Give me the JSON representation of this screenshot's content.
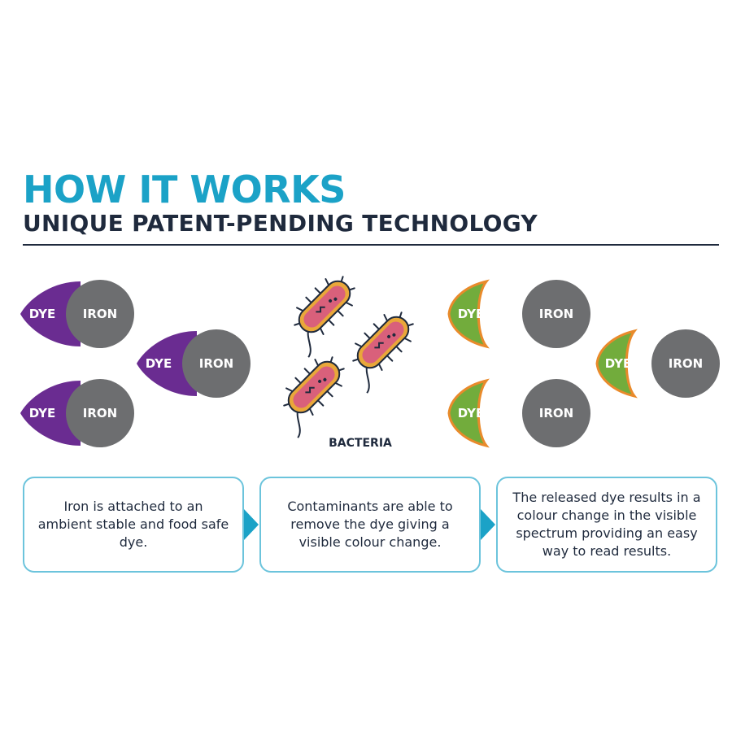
{
  "header": {
    "title": "HOW IT WORKS",
    "subtitle": "UNIQUE PATENT-PENDING TECHNOLOGY"
  },
  "diagram": {
    "dye_label": "DYE",
    "iron_label": "IRON",
    "bacteria_label": "BACTERIA"
  },
  "colors": {
    "accent": "#1ba2c7",
    "navy": "#1f2a3d",
    "dye_attached": "#6a2c91",
    "dye_released": "#72ac3c",
    "dye_released_outline": "#e98a2b",
    "iron": "#6d6e70",
    "bacteria_body": "#d9607b",
    "bacteria_outline": "#e9a73a",
    "box_border": "#6cc4dc"
  },
  "steps": [
    {
      "text": "Iron is attached to an ambient stable and food safe dye."
    },
    {
      "text": "Contaminants are able to remove the dye giving a visible colour change."
    },
    {
      "text": "The released dye results in a colour change in the visible spectrum providing an easy way to read results."
    }
  ]
}
